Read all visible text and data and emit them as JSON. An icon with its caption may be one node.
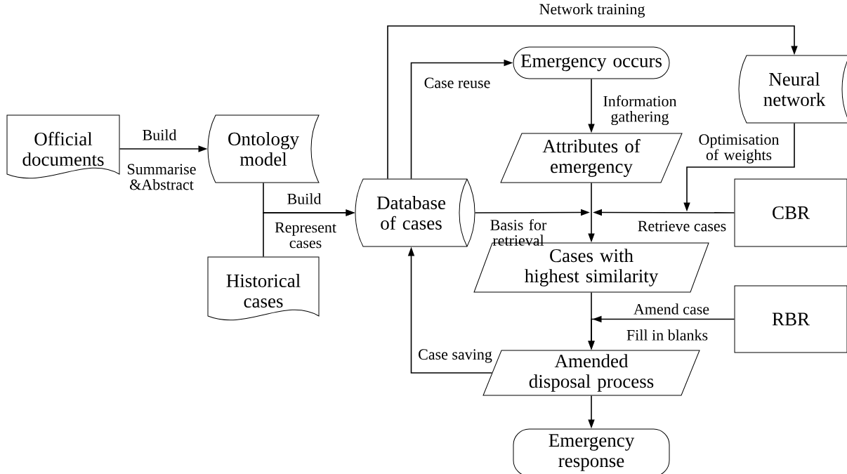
{
  "diagram": {
    "nodes": [
      {
        "text": [
          "Official documents"
        ]
      },
      {
        "text": [
          "Ontology model"
        ]
      },
      {
        "text": [
          "Historical cases"
        ]
      },
      {
        "text": [
          "Database of cases"
        ]
      },
      {
        "text": [
          "Emergency occurs"
        ]
      },
      {
        "text": [
          "Neural network"
        ]
      },
      {
        "text": [
          "Attributes of emergency"
        ]
      },
      {
        "text": [
          "CBR"
        ]
      },
      {
        "text": [
          "Cases with highest similarity"
        ]
      },
      {
        "text": [
          "RBR"
        ]
      },
      {
        "text": [
          "Amended disposal process"
        ]
      },
      {
        "text": [
          "Emergency response"
        ]
      }
    ],
    "edges": [
      {
        "from": 0,
        "to": 1,
        "arrow": "to",
        "label": "Build"
      },
      {
        "from": 1,
        "to": 3,
        "arrow": "to",
        "label": "Build"
      },
      {
        "from": 2,
        "to": 3,
        "arrow": "to",
        "label": "Represent cases"
      },
      {
        "from": 3,
        "to": 4,
        "arrow": "to",
        "label": "Case reuse"
      },
      {
        "from": 3,
        "to": 5,
        "arrow": "to",
        "label": "Network training"
      },
      {
        "from": 4,
        "to": 6,
        "arrow": "to",
        "label": "Information gathering"
      },
      {
        "from": 6,
        "to": 8,
        "arrow": "to"
      },
      {
        "from": 3,
        "to": 8,
        "arrow": "to",
        "label": "Basis for retrieval"
      },
      {
        "from": 7,
        "to": 8,
        "arrow": "to",
        "label": "Retrieve cases"
      },
      {
        "from": 5,
        "to": 8,
        "arrow": "to",
        "label": "Optimisation of weights"
      },
      {
        "from": 8,
        "to": 10,
        "arrow": "to"
      },
      {
        "from": 9,
        "to": 10,
        "arrow": "to",
        "label": "Amend case"
      },
      {
        "from": 10,
        "to": 3,
        "arrow": "to",
        "label": "Case saving"
      },
      {
        "from": 10,
        "to": 11,
        "arrow": "to"
      }
    ],
    "labels": [
      "Summarise &Abstract",
      "Fill in blanks"
    ]
  }
}
